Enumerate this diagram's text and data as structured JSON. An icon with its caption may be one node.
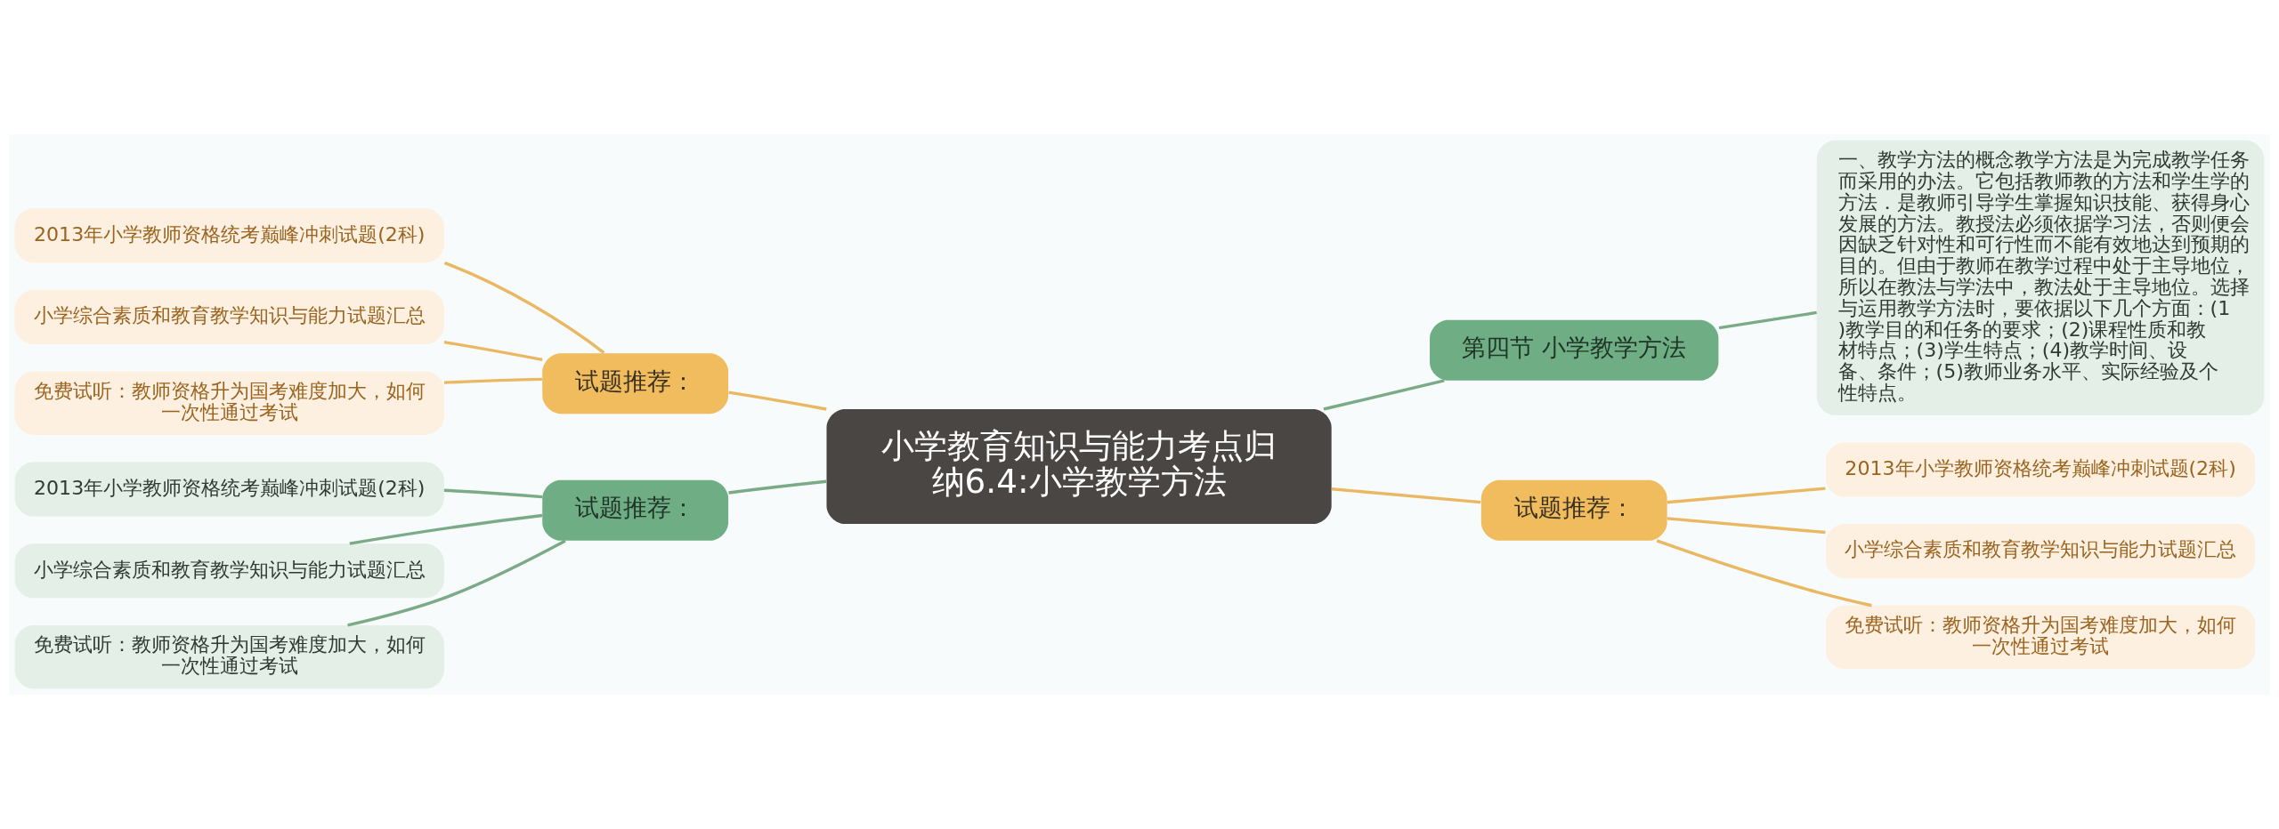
{
  "diagram": {
    "nodes": [
      {
        "text": [
          "小学教育知识与能力考点归纳6.4:小学教学方法"
        ]
      },
      {
        "text": [
          "试题推荐："
        ]
      },
      {
        "text": [
          "2013年小学教师资格统考巅峰冲刺试题(2科)"
        ]
      },
      {
        "text": [
          "小学综合素质和教育教学知识与能力试题汇总"
        ]
      },
      {
        "text": [
          "免费试听：教师资格升为国考难度加大，如何一次性通过考试"
        ]
      },
      {
        "text": [
          "第四节 小学教学方法"
        ]
      },
      {
        "text": [
          "一、教学方法的概念教学方法是为完成教学任务而采用的办法。它包括教师教的方法和学生学的方法．是教师引导学生掌握知识技能、获得身心发展的方法。教授法必须依据学习法，否则便会因缺乏针对性和可行性而不能有效地达到预期的目的。但由于教师在教学过程中处于主导地位，所以在教法与学法中，教法处于主导地位。选择与运用教学方法时，要依据以下几个方面：(1)教学目的和任务的要求；(2)课程性质和教材特点；(3)学生特点；(4)教学时间、设备、条件；(5)教师业务水平、实际经验及个性特点。"
        ]
      },
      {
        "text": [
          "试题推荐："
        ]
      },
      {
        "text": [
          "2013年小学教师资格统考巅峰冲刺试题(2科)"
        ]
      },
      {
        "text": [
          "小学综合素质和教育教学知识与能力试题汇总"
        ]
      },
      {
        "text": [
          "免费试听：教师资格升为国考难度加大，如何一次性通过考试"
        ]
      },
      {
        "text": [
          "试题推荐："
        ]
      },
      {
        "text": [
          "2013年小学教师资格统考巅峰冲刺试题(2科)"
        ]
      },
      {
        "text": [
          "小学综合素质和教育教学知识与能力试题汇总"
        ]
      },
      {
        "text": [
          "免费试听：教师资格升为国考难度加大，如何一次性通过考试"
        ]
      }
    ],
    "edges": [
      {
        "from": 0,
        "to": 1,
        "arrow": "none"
      },
      {
        "from": 1,
        "to": 2,
        "arrow": "none"
      },
      {
        "from": 1,
        "to": 3,
        "arrow": "none"
      },
      {
        "from": 1,
        "to": 4,
        "arrow": "none"
      },
      {
        "from": 0,
        "to": 5,
        "arrow": "none",
        "color": "#7aaa86"
      },
      {
        "from": 5,
        "to": 6,
        "arrow": "none",
        "color": "#7aaa86"
      },
      {
        "from": 0,
        "to": 7,
        "arrow": "none",
        "color": "#7aaa86"
      },
      {
        "from": 7,
        "to": 8,
        "arrow": "none",
        "color": "#7aaa86"
      },
      {
        "from": 7,
        "to": 9,
        "arrow": "none",
        "color": "#7aaa86"
      },
      {
        "from": 7,
        "to": 10,
        "arrow": "none",
        "color": "#7aaa86"
      },
      {
        "from": 0,
        "to": 11,
        "arrow": "none"
      },
      {
        "from": 11,
        "to": 12,
        "arrow": "none"
      },
      {
        "from": 11,
        "to": 13,
        "arrow": "none"
      },
      {
        "from": 11,
        "to": 14,
        "arrow": "none"
      }
    ]
  }
}
